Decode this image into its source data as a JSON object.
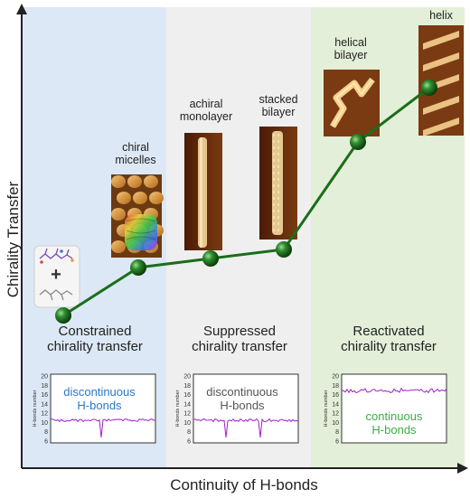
{
  "axes": {
    "y_label": "Chirality Transfer",
    "x_label": "Continuity of H-bonds"
  },
  "phases": [
    {
      "line1": "Constrained",
      "line2": "chirality transfer",
      "bg": "#dce8f5"
    },
    {
      "line1": "Suppressed",
      "line2": "chirality transfer",
      "bg": "#efefef"
    },
    {
      "line1": "Reactivated",
      "line2": "chirality transfer",
      "bg": "#e3efd8"
    }
  ],
  "structures": {
    "chiral_micelles": "chiral\nmicelles",
    "achiral_monolayer": "achiral\nmonolayer",
    "stacked_bilayer": "stacked\nbilayer",
    "helical_bilayer": "helical\nbilayer",
    "helix": "helix"
  },
  "insets": [
    {
      "text1": "discontinuous",
      "text2": "H-bonds",
      "color": "#2a78c8"
    },
    {
      "text1": "discontinuous",
      "text2": "H-bonds",
      "color": "#555555"
    },
    {
      "text1": "continuous",
      "text2": "H-bonds",
      "color": "#3cae45"
    }
  ],
  "inset_axis": {
    "ylabel": "H-bonds number",
    "ticks": [
      "20",
      "18",
      "16",
      "14",
      "12",
      "10",
      "8",
      "6"
    ]
  },
  "molecule_symbol": "+",
  "colors": {
    "line": "#1a6e1a",
    "trace": "#a020c8"
  }
}
